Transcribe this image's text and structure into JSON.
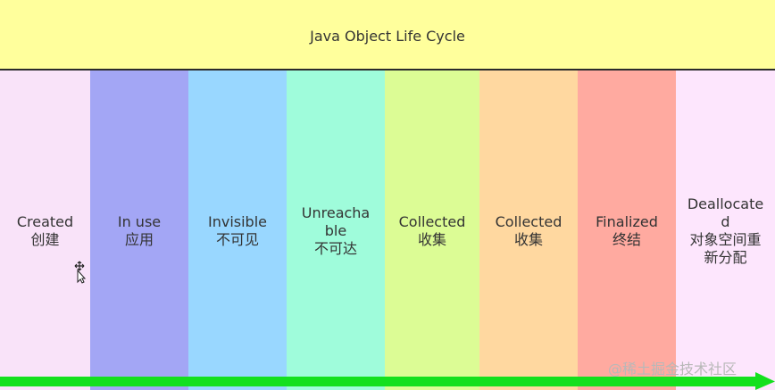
{
  "diagram": {
    "title": "Java Object Life Cycle",
    "stages": [
      {
        "name": "Created",
        "cn": "创建",
        "color": "#f9e3f9"
      },
      {
        "name": "In use",
        "cn": "应用",
        "color": "#a3a6f5"
      },
      {
        "name": "Invisible",
        "cn": "不可见",
        "color": "#99d7ff"
      },
      {
        "name": "Unreacha\nble",
        "cn": "不可达",
        "color": "#9ffcdb"
      },
      {
        "name": "Collected",
        "cn": "收集",
        "color": "#dcfc95"
      },
      {
        "name": "Collected",
        "cn": "收集",
        "color": "#ffd8a0"
      },
      {
        "name": "Finalized",
        "cn": "终结",
        "color": "#ffaaa0"
      },
      {
        "name": "Deallocate\nd",
        "cn": "对象空间重\n新分配",
        "color": "#fde6fd"
      }
    ],
    "arrow_color": "#14e01e",
    "header_color": "#ffff9c"
  },
  "watermark": "@稀土掘金技术社区"
}
